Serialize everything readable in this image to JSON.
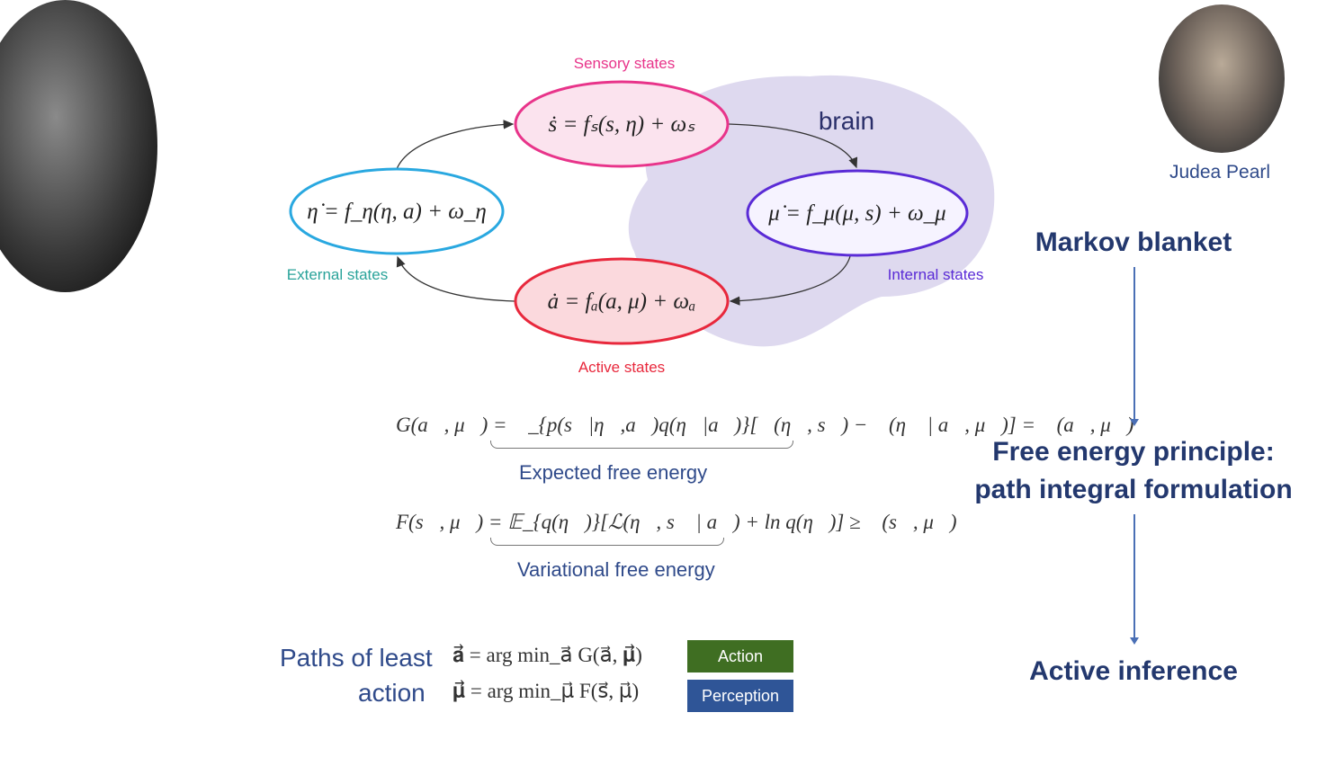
{
  "portraits": {
    "left_person": "portrait",
    "right_person_name": "Judea Pearl"
  },
  "diagram": {
    "brain_label": "brain",
    "sensory": {
      "label": "Sensory states",
      "equation": "ṡ = fₛ(s, η) + ωₛ",
      "color": "#e8348a"
    },
    "external": {
      "label": "External states",
      "equation": "η̇ = f_η(η, a) + ω_η",
      "color": "#29a8e0"
    },
    "internal": {
      "label": "Internal states",
      "equation": "μ̇ = f_μ(μ, s) + ω_μ",
      "color": "#5a2bd6"
    },
    "active": {
      "label": "Active states",
      "equation": "ȧ = fₐ(a, μ) + ωₐ",
      "color": "#e8283c"
    }
  },
  "equations": {
    "expected": {
      "formula": "G(a⃗, μ⃗) = 𝔼_{p(s⃗|η⃗,a⃗)q(η⃗|a⃗)}[ℒ(η⃗, s⃗) − ℒ(η⃗ | a⃗, μ⃗)] = ℒ(a⃗, μ⃗)",
      "label": "Expected free energy"
    },
    "variational": {
      "formula": "F(s⃗, μ⃗) = 𝔼_{q(η⃗)}[ℒ(η⃗, s⃗ | a⃗) + ln q(η⃗)] ≥ ℒ(s⃗, μ⃗)",
      "label": "Variational free energy"
    }
  },
  "paths": {
    "label_line1": "Paths of least",
    "label_line2": "action",
    "action_eq": "𝐚⃗ = arg min_a⃗ G(a⃗, 𝛍⃗)",
    "perception_eq": "𝛍⃗ = arg min_μ⃗ F(s⃗, μ⃗)",
    "action_button": "Action",
    "perception_button": "Perception",
    "action_color": "#3f6e22",
    "perception_color": "#2f5597"
  },
  "flow": {
    "step1": "Markov blanket",
    "step2_line1": "Free energy principle:",
    "step2_line2": "path integral formulation",
    "step3": "Active inference"
  }
}
